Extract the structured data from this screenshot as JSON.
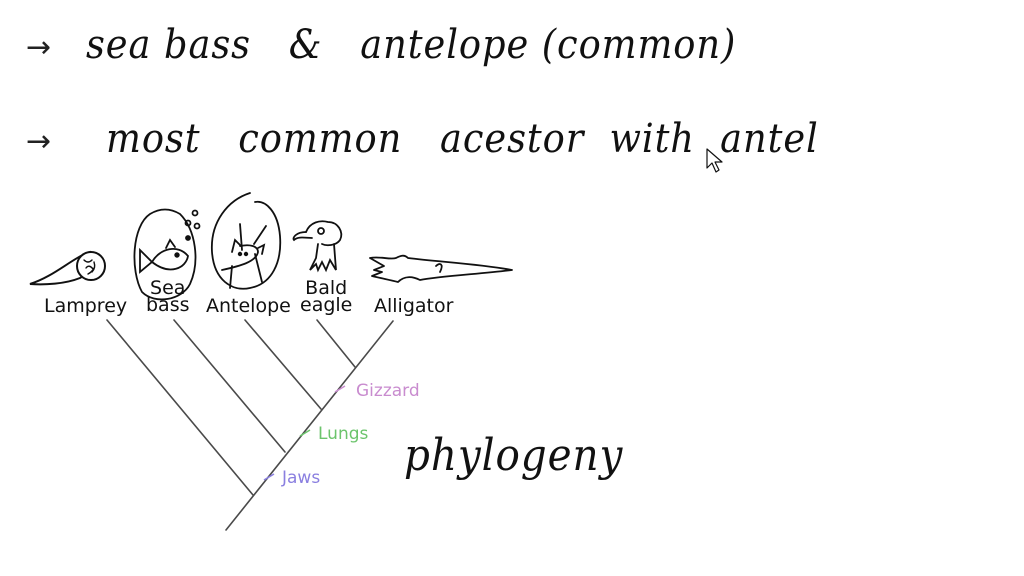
{
  "notes": {
    "line1": {
      "bullet": "→",
      "text": "sea bass   &   antelope (common)"
    },
    "line2": {
      "bullet": "→",
      "text": "most   common   acestor  with  antel"
    }
  },
  "cladogram": {
    "title": "phylogeny",
    "taxa": [
      {
        "label": "Lamprey",
        "icon": "lamprey-icon",
        "circled": false
      },
      {
        "label": "Sea\nbass",
        "line1": "Sea",
        "line2": "bass",
        "icon": "fish-icon",
        "circled": true
      },
      {
        "label": "Antelope",
        "icon": "antelope-icon",
        "circled": true
      },
      {
        "label": "Bald\neagle",
        "line1": "Bald",
        "line2": "eagle",
        "icon": "eagle-icon",
        "circled": false
      },
      {
        "label": "Alligator",
        "icon": "alligator-icon",
        "circled": false
      }
    ],
    "traits": [
      {
        "label": "Jaws",
        "color": "#8a7fe0"
      },
      {
        "label": "Lungs",
        "color": "#6cc46c"
      },
      {
        "label": "Gizzard",
        "color": "#c98ccf"
      }
    ],
    "line_color": "#4a4a4a"
  },
  "cursor": {
    "icon": "mouse-pointer-icon"
  }
}
